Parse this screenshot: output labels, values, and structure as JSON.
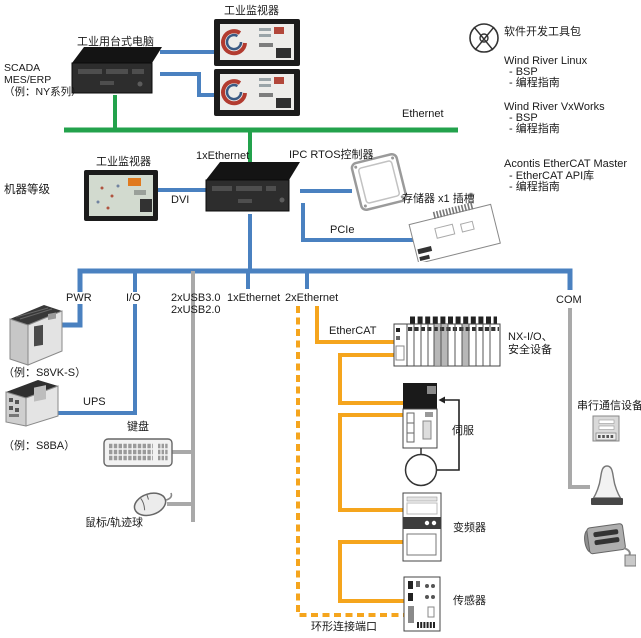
{
  "colors": {
    "blue": "#4a81c0",
    "green": "#23a24c",
    "orange": "#f5a51d",
    "gray": "#a9a9a9"
  },
  "top_level": {
    "monitors_label": "工业监视器",
    "pc_label": "工业用台式电脑",
    "scada_line1": "SCADA",
    "scada_line2": "MES/ERP",
    "scada_line3": "（例：NY系列）",
    "ethernet_label": "Ethernet"
  },
  "sdk": {
    "icon": "cd-disc-icon",
    "title": "软件开发工具包",
    "linux": {
      "name": "Wind River Linux",
      "item1": "- BSP",
      "item2": "- 编程指南"
    },
    "vxworks": {
      "name": "Wind River VxWorks",
      "item1": "- BSP",
      "item2": "- 编程指南"
    },
    "acontis": {
      "name": "Acontis EtherCAT Master",
      "item1": "- EtherCAT API库",
      "item2": "- 编程指南"
    }
  },
  "machine_level": {
    "label": "机器等级",
    "monitor_label": "工业监视器",
    "dvi": "DVI",
    "eth": "1xEthernet",
    "controller_label": "IPC RTOS控制器",
    "storage_label": "存储器 x1 插槽",
    "pcie": "PCIe"
  },
  "ports": {
    "pwr": "PWR",
    "io": "I/O",
    "usb3": "2xUSB3.0",
    "usb2": "2xUSB2.0",
    "eth1": "1xEthernet",
    "eth2": "2xEthernet",
    "com": "COM"
  },
  "peripherals": {
    "psu_example": "（例：S8VK-S）",
    "ups": "UPS",
    "ups_example": "（例：S8BA）",
    "keyboard": "键盘",
    "mouse": "鼠标/轨迹球",
    "serial": "串行通信设备"
  },
  "ethercat_net": {
    "label": "EtherCAT",
    "nx_line1": "NX-I/O、",
    "nx_line2": "安全设备",
    "servo": "伺服",
    "inverter": "变频器",
    "sensor": "传感器",
    "ring_port": "环形连接端口"
  }
}
